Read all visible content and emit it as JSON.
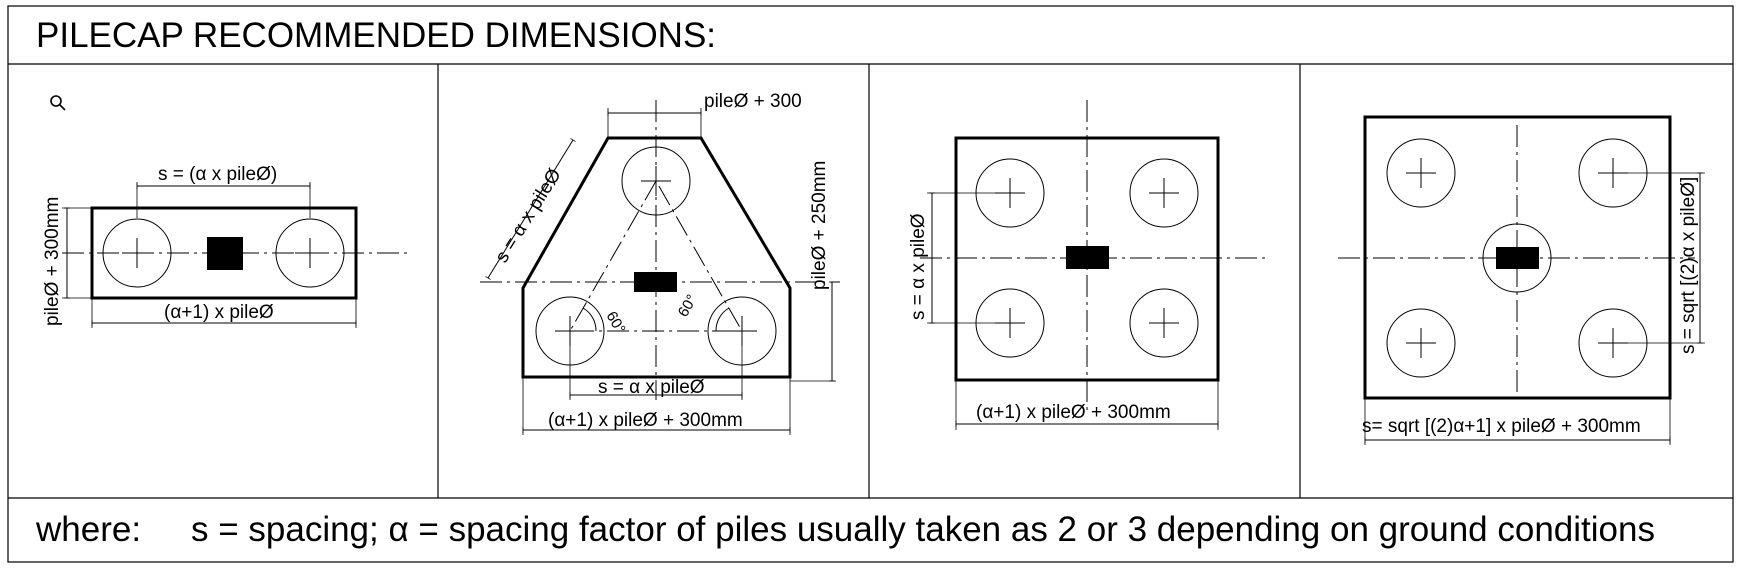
{
  "title": "PILECAP RECOMMENDED DIMENSIONS:",
  "footer": {
    "where": "where:",
    "definition": "s = spacing; α =  spacing factor of piles usually taken as 2 or 3 depending on ground conditions"
  },
  "panels": [
    {
      "icon": "magnifier-icon",
      "labels": {
        "spacing": "s = (α x pileØ)",
        "height": "pileØ + 300mm",
        "width": "(α+1) x pileØ"
      }
    },
    {
      "labels": {
        "top_width": "pileØ + 300",
        "side_spacing": "s = α x pileØ",
        "right_dim": "pileØ + 250mm",
        "angle_left": "60°",
        "angle_right": "60°",
        "bottom_spacing": "s = α x pileØ",
        "base_width": "(α+1) x pileØ  + 300mm"
      }
    },
    {
      "labels": {
        "spacing": "s = α x pileØ",
        "width": "(α+1) x pileØ  + 300mm"
      }
    },
    {
      "labels": {
        "spacing": "s = sqrt [(2)α x pileØ]",
        "width": "s= sqrt [(2)α+1] x pileØ  + 300mm"
      }
    }
  ],
  "colors": {
    "line": "#000000",
    "background": "#ffffff"
  }
}
